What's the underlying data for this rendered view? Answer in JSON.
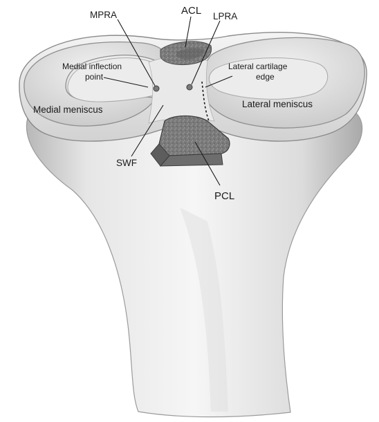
{
  "labels": {
    "acl": "ACL",
    "mpra": "MPRA",
    "lpra": "LPRA",
    "medial_inflection_line1": "Medial inflection",
    "medial_inflection_line2": "point",
    "lateral_cartilage_line1": "Lateral cartilage",
    "lateral_cartilage_line2": "edge",
    "medial_meniscus": "Medial meniscus",
    "lateral_meniscus": "Lateral meniscus",
    "swf": "SWF",
    "pcl": "PCL"
  },
  "colors": {
    "bone_light": "#f1f1f1",
    "bone_shadow": "#b9b9b9",
    "meniscus": "#e4e4e4",
    "meniscus_edge": "#8e8e8e",
    "ligament_cut": "#7d7d7d",
    "ink": "#1a1a1a"
  }
}
